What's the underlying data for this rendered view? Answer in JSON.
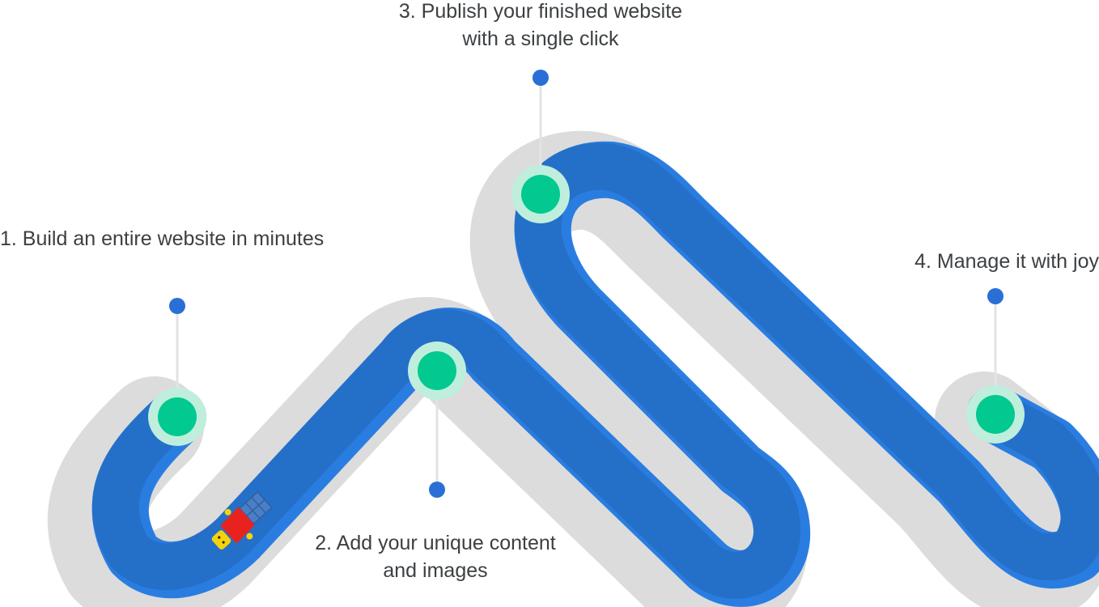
{
  "colors": {
    "road": "#2470c9",
    "road_edge": "#2a7de0",
    "road_shadow": "#dcdcdc",
    "milestone": "#02c98f",
    "milestone_halo": "#bfeedd",
    "pin": "#2a6fd6",
    "pin_stem": "#e3e3e3",
    "text": "#3c4043"
  },
  "steps": [
    {
      "id": "1",
      "lines": [
        "1. Build an entire website in minutes"
      ]
    },
    {
      "id": "2",
      "lines": [
        "2. Add your unique content",
        "and images"
      ]
    },
    {
      "id": "3",
      "lines": [
        "3. Publish your finished website",
        "with a single click"
      ]
    },
    {
      "id": "4",
      "lines": [
        "4. Manage it with joy"
      ]
    }
  ],
  "traveler": {
    "icon": "toy-figure-icon"
  }
}
